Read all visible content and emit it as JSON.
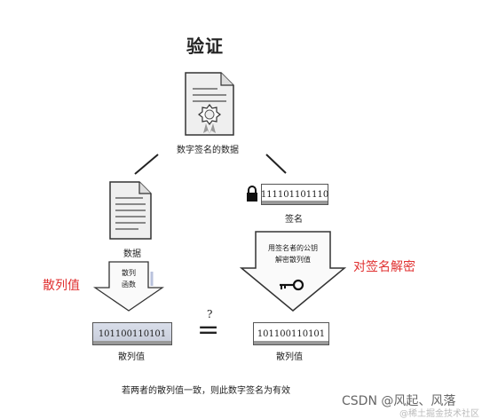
{
  "title": "验证",
  "signed_doc": {
    "label": "数字签名的数据"
  },
  "data_doc": {
    "label": "数据"
  },
  "signature": {
    "value": "111101101110",
    "label": "签名",
    "icon": "lock-icon"
  },
  "hash_arrow": {
    "text": [
      "散列",
      "函数"
    ]
  },
  "decrypt_arrow": {
    "text": [
      "用签名者的公钥",
      "解密散列值"
    ],
    "icon": "key-icon"
  },
  "left_hash": {
    "value": "101100110101",
    "label": "散列值"
  },
  "right_hash": {
    "value": "101100110101",
    "label": "散列值"
  },
  "compare": {
    "question": "?",
    "equals": "="
  },
  "footer": "若两者的散列值一致，则此数字签名为有效",
  "annotations": {
    "hash_value": "散列值",
    "decrypt_signature": "对签名解密"
  },
  "watermark": {
    "primary": "CSDN @风起、风落",
    "secondary": "@稀土掘金技术社区"
  },
  "colors": {
    "annotation": "#e03030"
  }
}
